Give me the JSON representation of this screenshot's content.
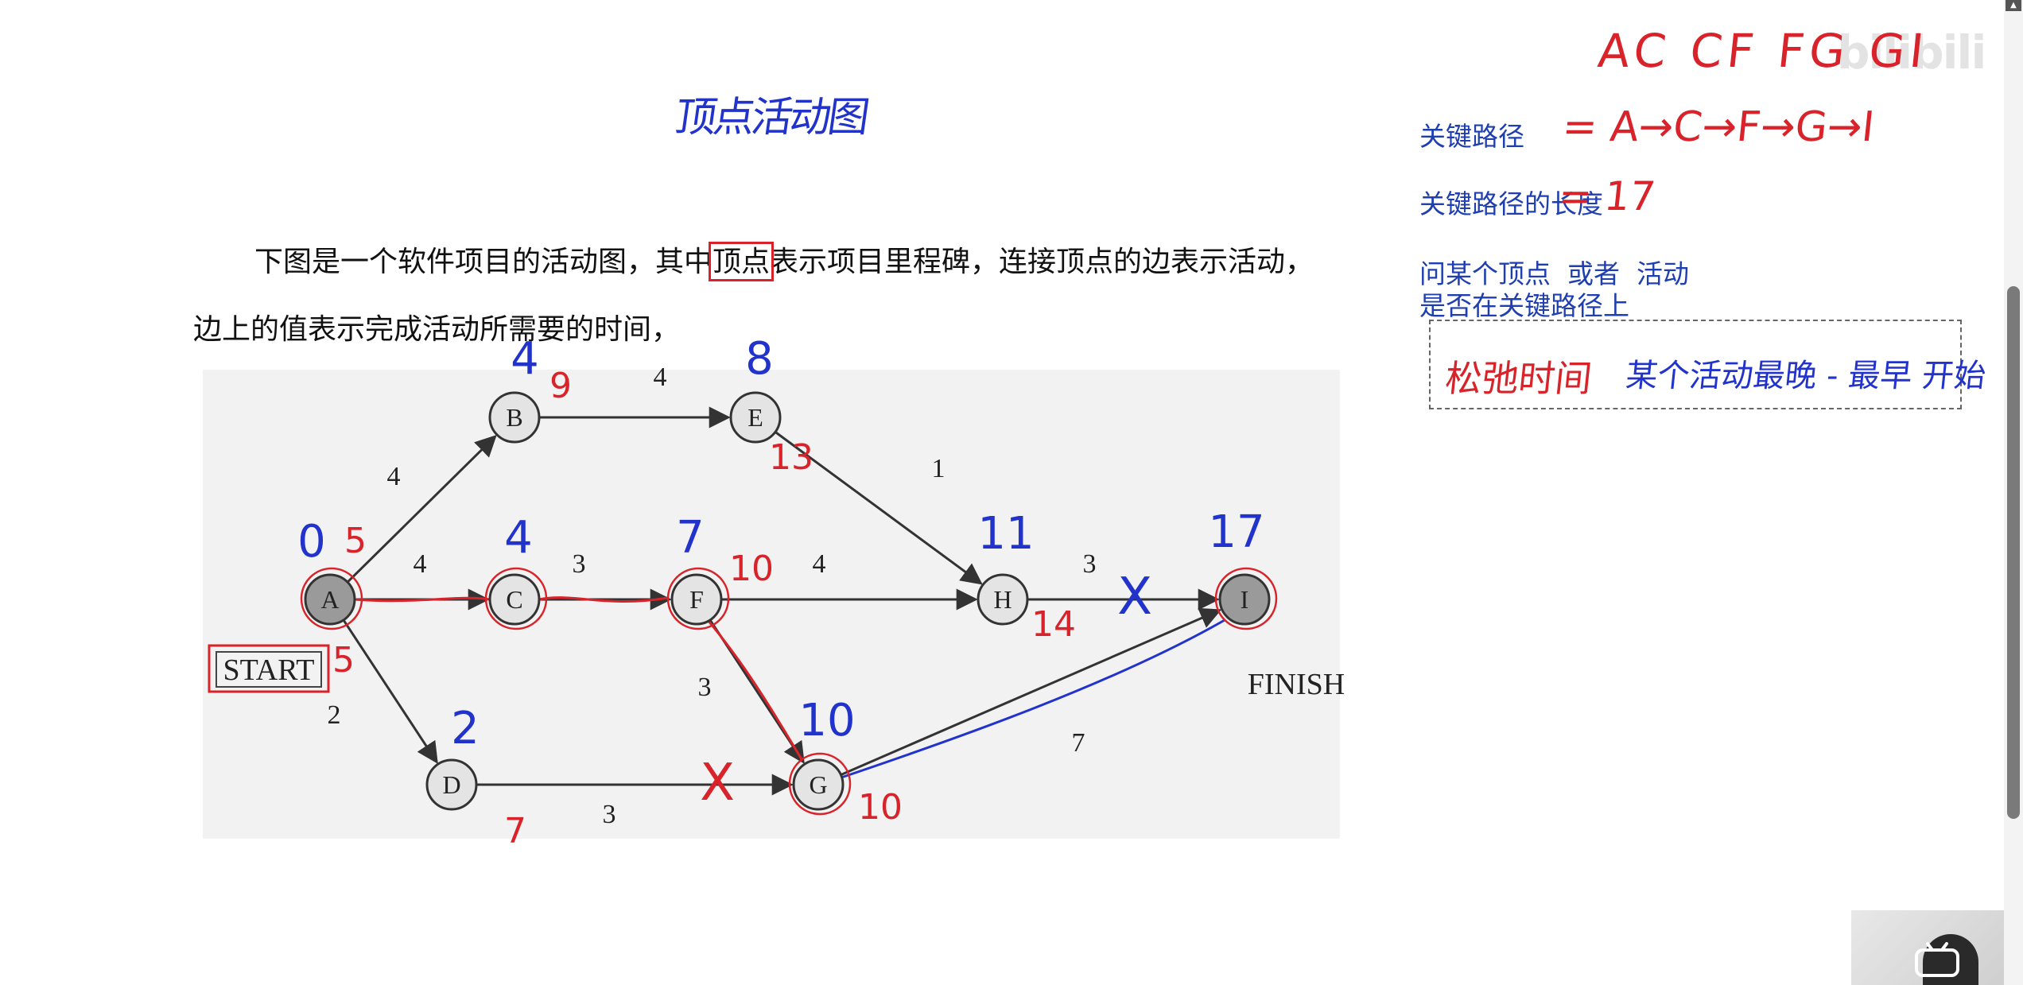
{
  "header": {
    "handwritten_title": "顶点活动图"
  },
  "problem": {
    "line1_before": "下图是一个软件项目的活动图，其中",
    "line1_highlight": "顶点",
    "line1_after": "表示项目里程碑，连接顶点的边表示活动，",
    "line2": "边上的值表示完成活动所需要的时间，"
  },
  "sidebar": {
    "top_note": "AC CF FG GI",
    "critical_path_label": "关键路径",
    "critical_path_value": "= A→C→F→G→I",
    "critical_length_label": "关键路径的长度",
    "critical_length_value": "= 17",
    "question_line1": "问某个顶点  或者  活动",
    "question_line2": "是否在关键路径上",
    "note_red": "松弛时间",
    "note_blue": "某个活动最晚 - 最早 开始",
    "watermark": "bilibili"
  },
  "graph": {
    "start_label": "START",
    "finish_label": "FINISH",
    "nodes": [
      {
        "id": "A",
        "label": "A",
        "dark": true
      },
      {
        "id": "B",
        "label": "B",
        "dark": false
      },
      {
        "id": "C",
        "label": "C",
        "dark": false
      },
      {
        "id": "D",
        "label": "D",
        "dark": false
      },
      {
        "id": "E",
        "label": "E",
        "dark": false
      },
      {
        "id": "F",
        "label": "F",
        "dark": false
      },
      {
        "id": "G",
        "label": "G",
        "dark": false
      },
      {
        "id": "H",
        "label": "H",
        "dark": false
      },
      {
        "id": "I",
        "label": "I",
        "dark": true
      }
    ],
    "edges": [
      {
        "from": "A",
        "to": "B",
        "weight": "4"
      },
      {
        "from": "A",
        "to": "C",
        "weight": "4"
      },
      {
        "from": "A",
        "to": "D",
        "weight": "2"
      },
      {
        "from": "B",
        "to": "E",
        "weight": "4"
      },
      {
        "from": "C",
        "to": "F",
        "weight": "3"
      },
      {
        "from": "D",
        "to": "G",
        "weight": "3"
      },
      {
        "from": "E",
        "to": "H",
        "weight": "1"
      },
      {
        "from": "F",
        "to": "H",
        "weight": "4"
      },
      {
        "from": "F",
        "to": "G",
        "weight": "3"
      },
      {
        "from": "H",
        "to": "I",
        "weight": "3"
      },
      {
        "from": "G",
        "to": "I",
        "weight": "7"
      }
    ],
    "earliest_times": {
      "A": "0",
      "B": "4",
      "C": "4",
      "D": "2",
      "E": "8",
      "F": "7",
      "G": "10",
      "H": "11",
      "I": "17"
    },
    "latest_times": {
      "A": "5",
      "A2": "5",
      "B": "9",
      "D": "7",
      "E": "13",
      "F": "10",
      "G": "10",
      "H": "14"
    },
    "cross_mark": "X",
    "colors": {
      "red": "#d8232a",
      "blue": "#2233cc",
      "node_fill": "#e4e4e4",
      "node_dark": "#9a9a9a"
    }
  }
}
